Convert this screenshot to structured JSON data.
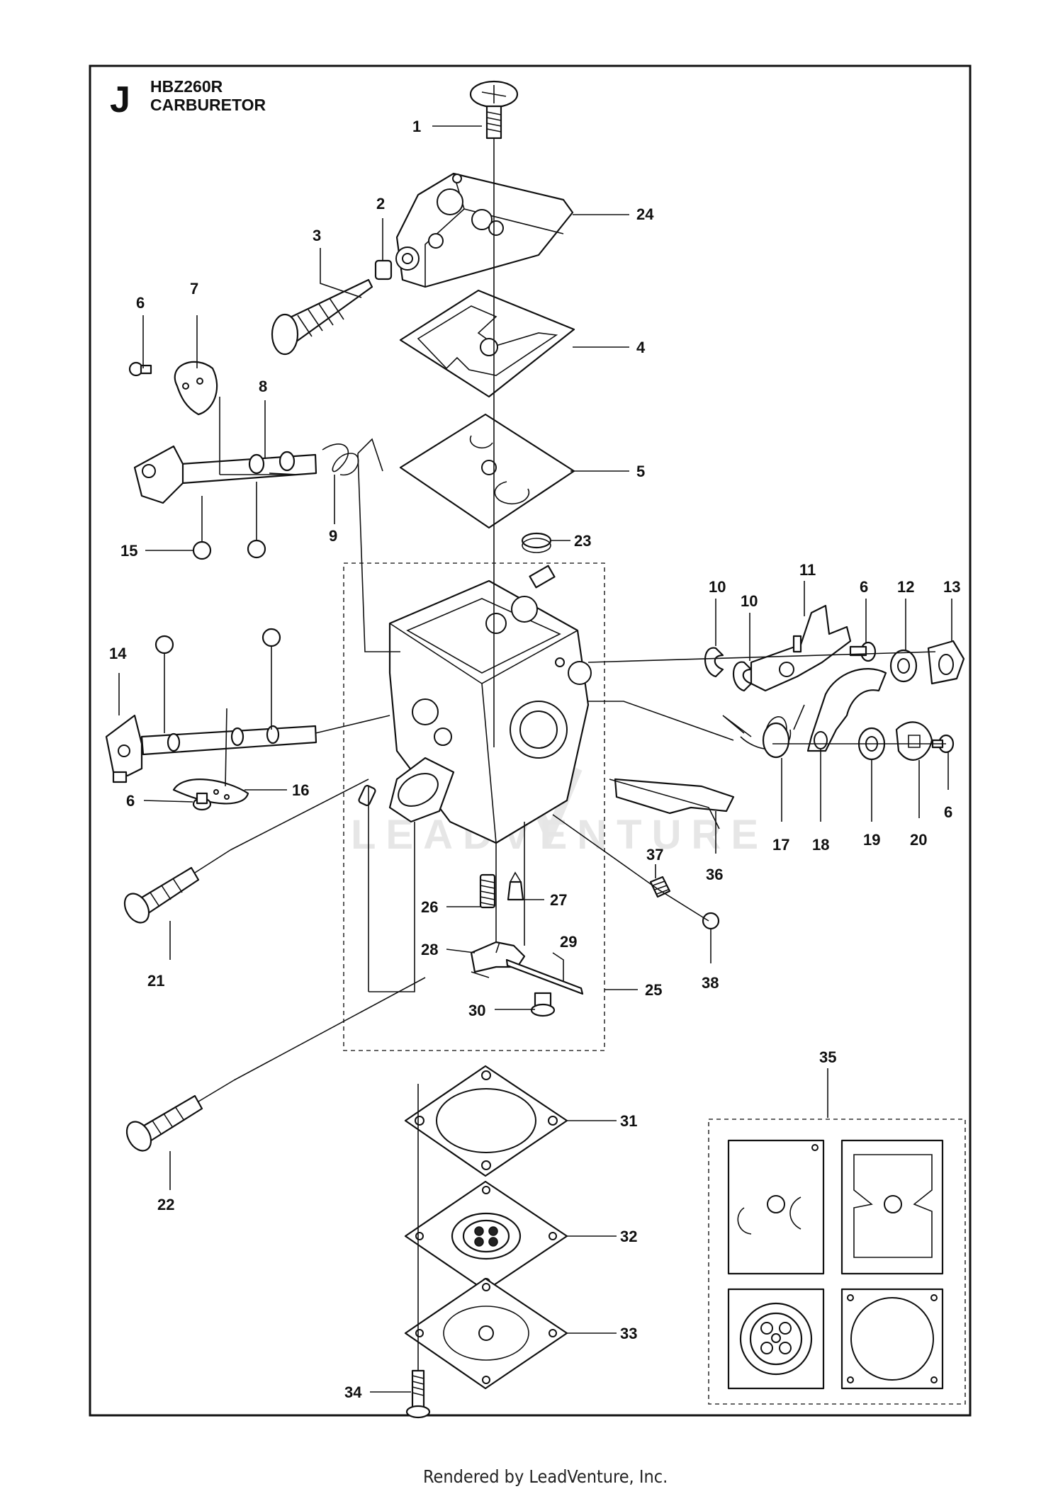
{
  "header": {
    "section_letter": "J",
    "model": "HBZ260R",
    "title": "CARBURETOR"
  },
  "watermark": "LEADVENTURE",
  "footer": "Rendered by LeadVenture, Inc.",
  "callouts": [
    "1",
    "2",
    "3",
    "4",
    "5",
    "6",
    "7",
    "8",
    "9",
    "10",
    "11",
    "12",
    "13",
    "14",
    "15",
    "16",
    "17",
    "18",
    "19",
    "20",
    "21",
    "22",
    "23",
    "24",
    "25",
    "26",
    "27",
    "28",
    "29",
    "30",
    "31",
    "32",
    "33",
    "34",
    "35",
    "36",
    "37",
    "38"
  ],
  "labels": {
    "c1": "1",
    "c2": "2",
    "c3": "3",
    "c4": "4",
    "c5": "5",
    "c6a": "6",
    "c6b": "6",
    "c6c": "6",
    "c6d": "6",
    "c7": "7",
    "c8": "8",
    "c9": "9",
    "c10a": "10",
    "c10b": "10",
    "c11": "11",
    "c12": "12",
    "c13": "13",
    "c14": "14",
    "c15": "15",
    "c16": "16",
    "c17": "17",
    "c18": "18",
    "c19": "19",
    "c20": "20",
    "c21": "21",
    "c22": "22",
    "c23": "23",
    "c24": "24",
    "c25": "25",
    "c26": "26",
    "c27": "27",
    "c28": "28",
    "c29": "29",
    "c30": "30",
    "c31": "31",
    "c32": "32",
    "c33": "33",
    "c34": "34",
    "c35": "35",
    "c36": "36",
    "c37": "37",
    "c38": "38"
  }
}
